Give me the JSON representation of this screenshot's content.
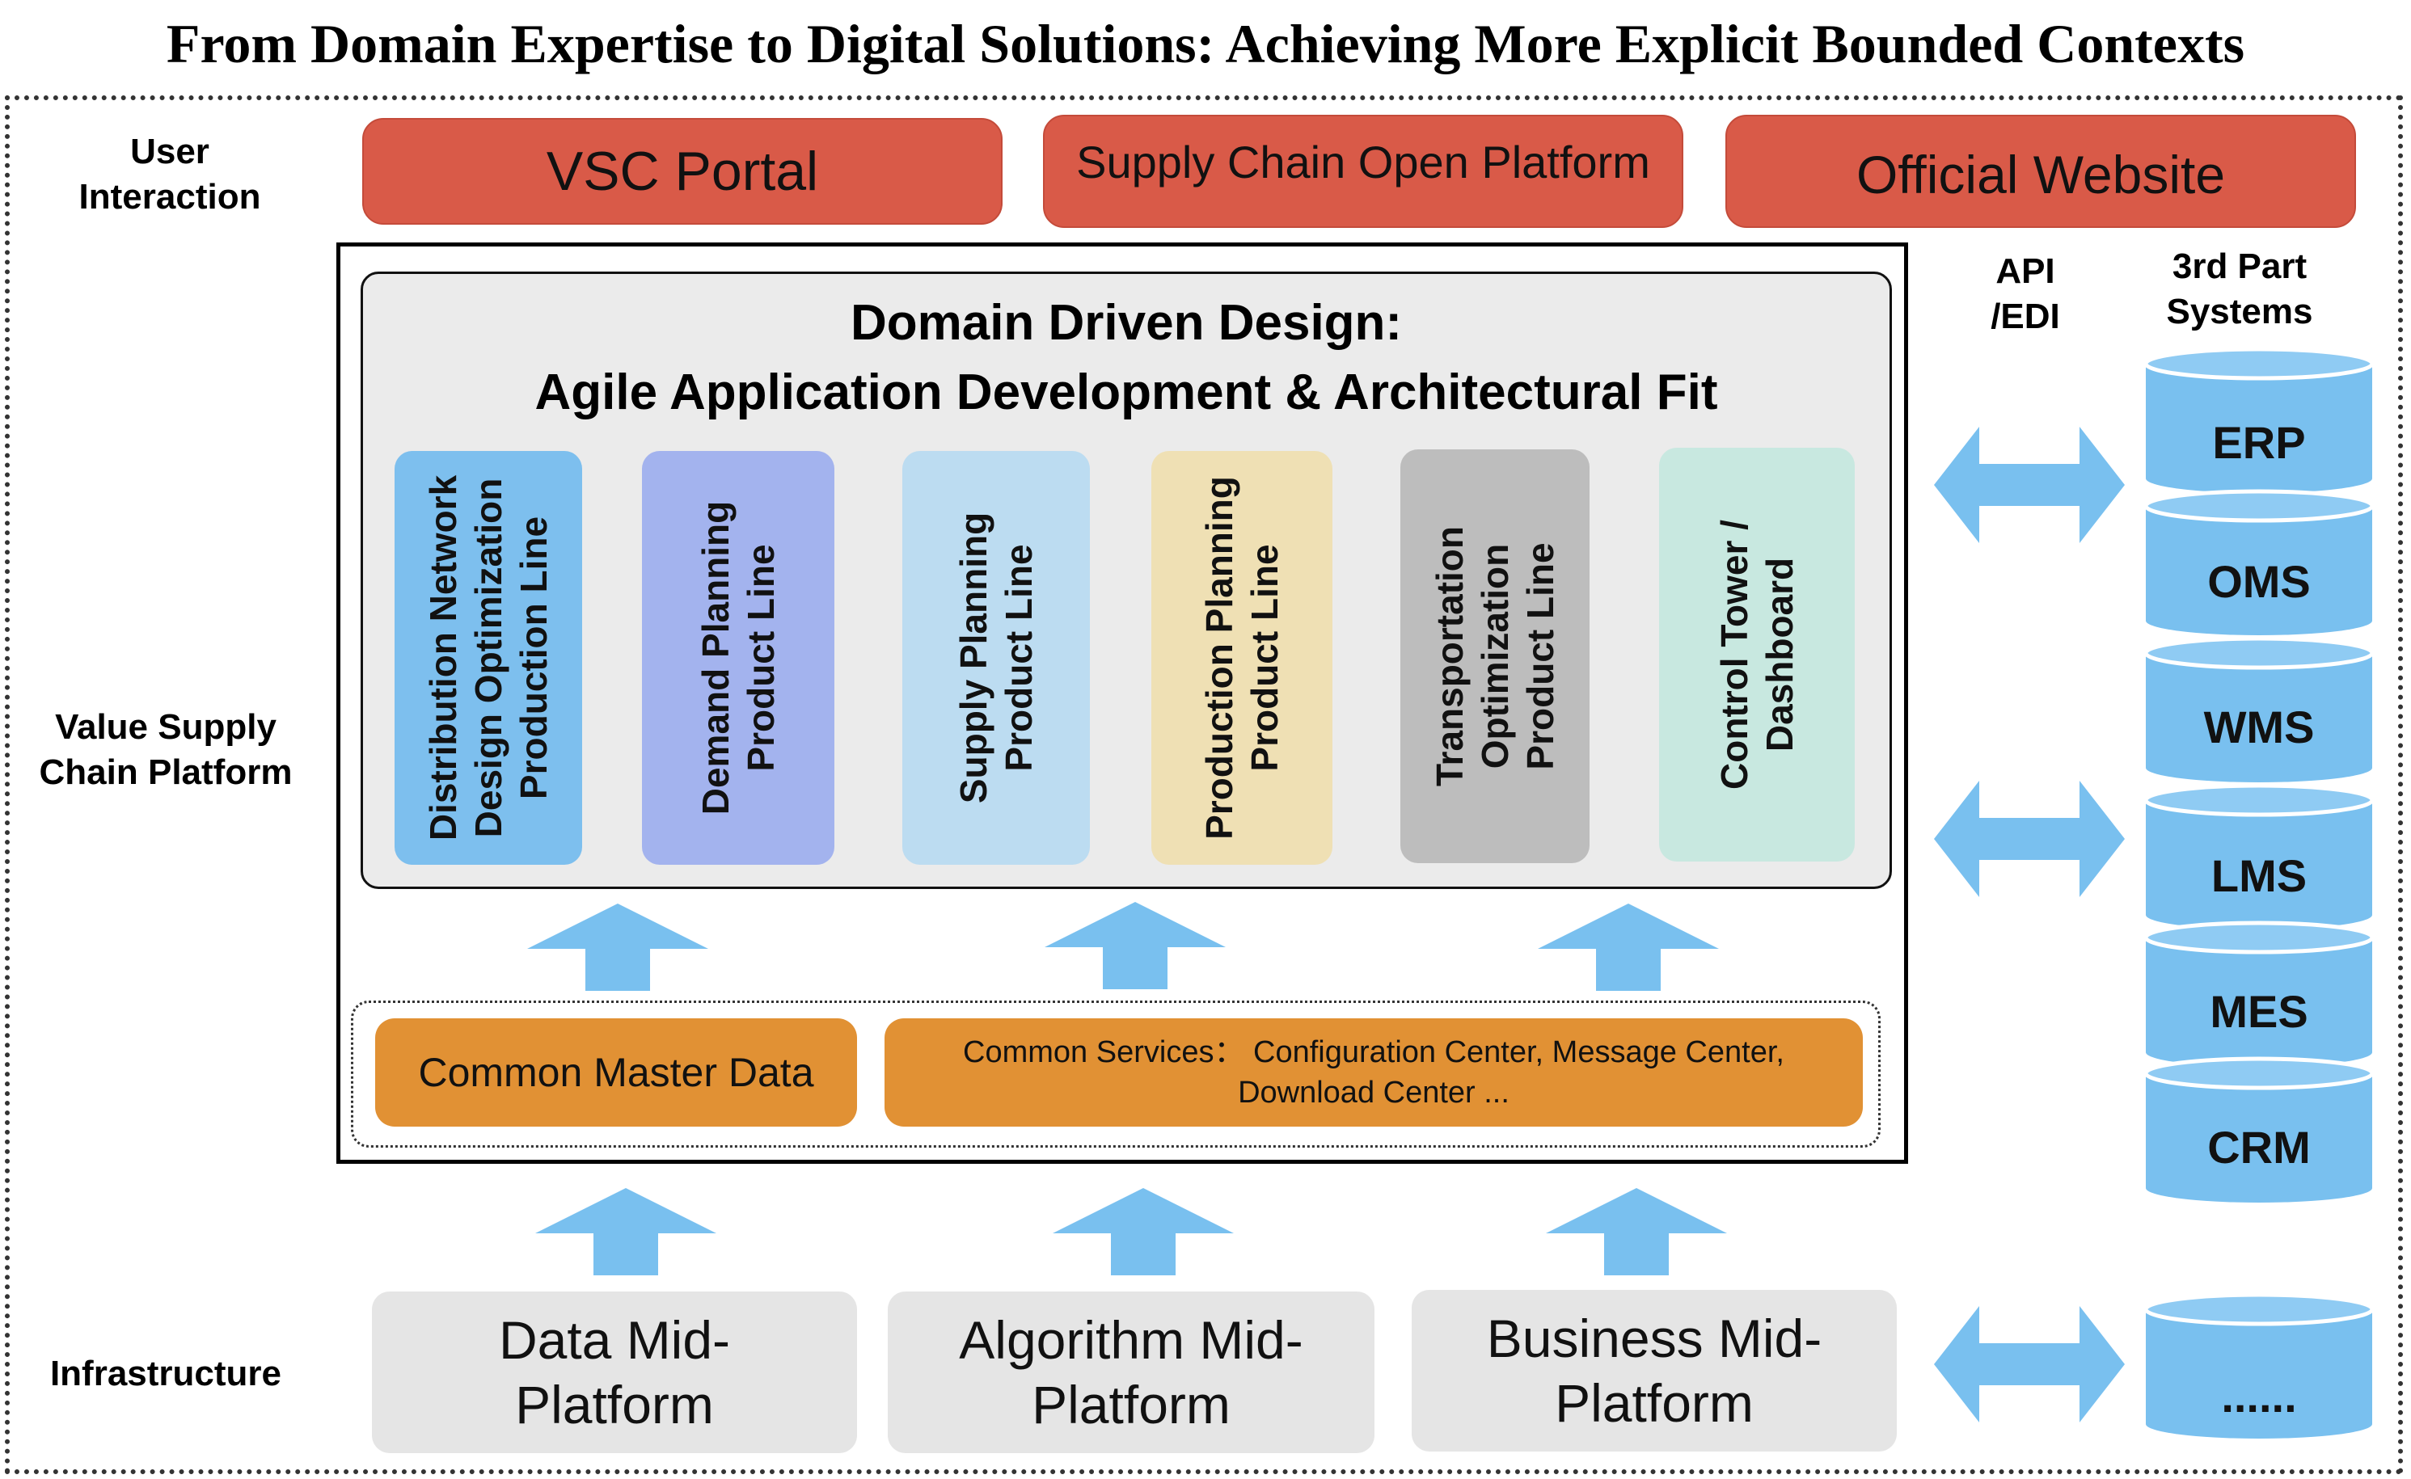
{
  "title": "From Domain Expertise to Digital Solutions: Achieving More Explicit Bounded Contexts",
  "row_labels": {
    "user_interaction": [
      "User",
      "Interaction"
    ],
    "value_supply_chain": [
      "Value Supply",
      "Chain Platform"
    ],
    "infrastructure": "Infrastructure"
  },
  "user_interaction_boxes": [
    "VSC Portal",
    "Supply Chain Open Platform",
    "Official Website"
  ],
  "domain_driven_design": {
    "title_line1": "Domain Driven Design:",
    "title_line2": "Agile Application Development & Architectural Fit"
  },
  "product_lines": [
    {
      "lines": [
        "Distribution Network",
        "Design Optimization",
        "Production Line"
      ],
      "color": "#7dbfee"
    },
    {
      "lines": [
        "Demand Planning",
        "Product Line"
      ],
      "color": "#a3b3ee"
    },
    {
      "lines": [
        "Supply Planning",
        "Product Line"
      ],
      "color": "#bcdcf1"
    },
    {
      "lines": [
        "Production Planning",
        "Product Line"
      ],
      "color": "#efe0b4"
    },
    {
      "lines": [
        "Transportation",
        "Optimization",
        "Product Line"
      ],
      "color": "#bdbdbd"
    },
    {
      "lines": [
        "Control Tower /",
        "Dashboard"
      ],
      "color": "#c8e8e0"
    }
  ],
  "common": {
    "master_data": "Common Master Data",
    "services_line1": "Common Services： Configuration Center, Message Center,",
    "services_line2": "Download Center ..."
  },
  "infrastructure_boxes": [
    [
      "Data Mid-",
      "Platform"
    ],
    [
      "Algorithm Mid-",
      "Platform"
    ],
    [
      "Business Mid-",
      "Platform"
    ]
  ],
  "api_label": [
    "API",
    "/EDI"
  ],
  "third_party_label": [
    "3rd Part",
    "Systems"
  ],
  "third_party_systems": [
    "ERP",
    "OMS",
    "WMS",
    "LMS",
    "MES",
    "CRM",
    "......"
  ],
  "colors": {
    "red": "#d95a48",
    "orange": "#e19134",
    "arrow_blue": "#79c0ef",
    "db_blue": "#79c0ef",
    "grey": "#e5e5e5"
  }
}
